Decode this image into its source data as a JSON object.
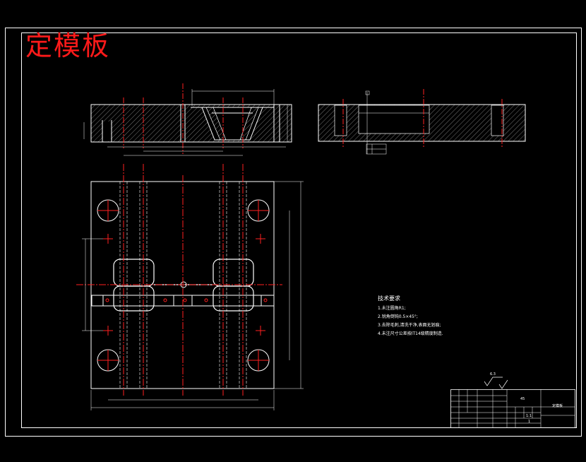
{
  "drawing": {
    "title": "定模板",
    "tech_requirements": {
      "heading": "技术要求",
      "items": [
        "1.未注圆角R1;",
        "2.锐角倒钝0.5×45°;",
        "3.去除毛刺,清洗干净,表面无划痕;",
        "4.未注尺寸公差按IT14级精度制造."
      ]
    },
    "surface_finish": "6.3",
    "title_block": {
      "part_name": "定模板",
      "material": "45",
      "scale": "1:1",
      "sheet": "1"
    },
    "colors": {
      "background": "#000000",
      "line": "#ffffff",
      "center_line": "#ff2020",
      "title": "#ff1a1a",
      "hatch": "#c8c8c8"
    }
  }
}
